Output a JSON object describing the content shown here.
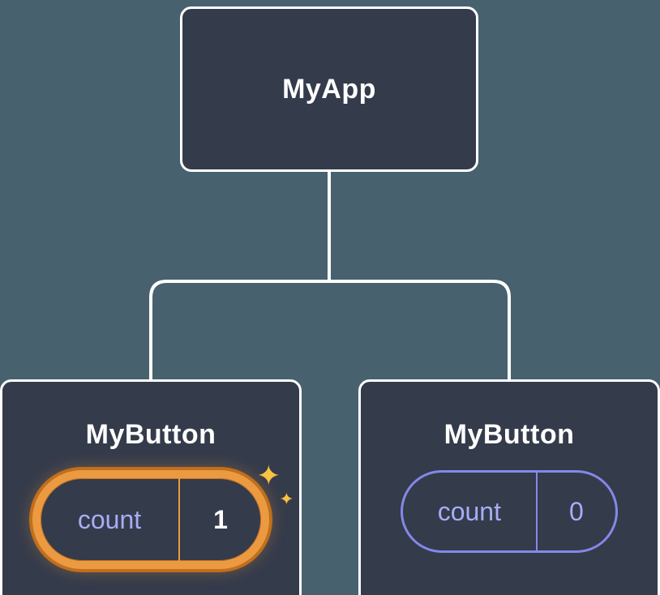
{
  "diagram": {
    "root": {
      "label": "MyApp"
    },
    "children": [
      {
        "label": "MyButton",
        "state": {
          "name": "count",
          "value": "1"
        },
        "highlighted": true
      },
      {
        "label": "MyButton",
        "state": {
          "name": "count",
          "value": "0"
        },
        "highlighted": false
      }
    ]
  },
  "icons": {
    "sparkle": "✦"
  },
  "colors": {
    "background": "#47626e",
    "node_fill": "#343b4b",
    "node_border": "#ffffff",
    "connector": "#ffffff",
    "state_text": "#a7adf6",
    "highlight_ring": "#ec9a41",
    "highlight_ring_dark": "#c06f1c",
    "highlight_value": "#ffffff",
    "sparkle": "#f6c445"
  }
}
